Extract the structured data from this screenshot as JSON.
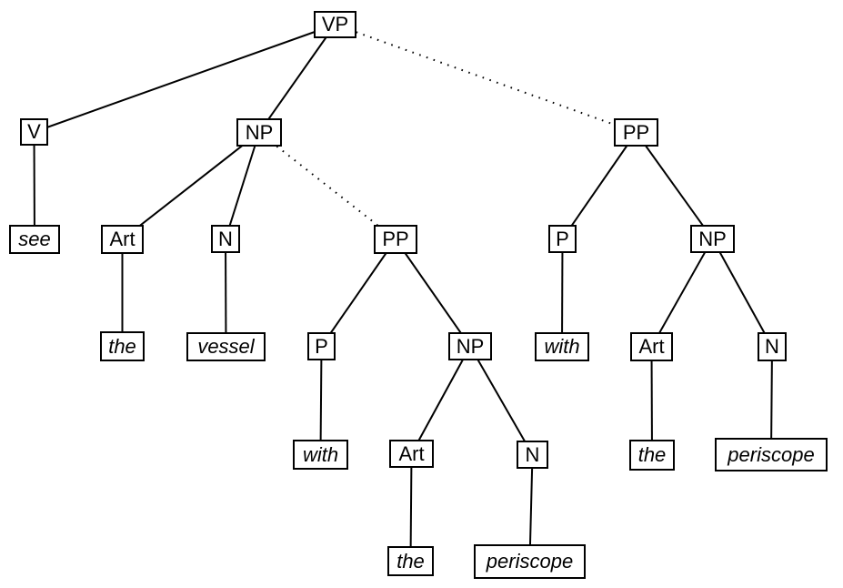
{
  "styles": {
    "background": "#ffffff",
    "line_color": "#000000",
    "box_border_color": "#000000",
    "text_color": "#000000"
  },
  "tree": {
    "nodes": {
      "vp": "VP",
      "v": "V",
      "np_object": "NP",
      "pp_vp": "PP",
      "see": "see",
      "art1": "Art",
      "n1": "N",
      "pp_np": "PP",
      "p2": "P",
      "np3": "NP",
      "the1": "the",
      "vessel": "vessel",
      "p1": "P",
      "np2": "NP",
      "with2": "with",
      "art3": "Art",
      "n3": "N",
      "with1": "with",
      "art2": "Art",
      "n2": "N",
      "the3": "the",
      "periscope2": "periscope",
      "the2": "the",
      "periscope1": "periscope"
    },
    "edges": [
      {
        "from": "vp",
        "to": "v",
        "style": "solid"
      },
      {
        "from": "vp",
        "to": "np_object",
        "style": "solid"
      },
      {
        "from": "vp",
        "to": "pp_vp",
        "style": "dotted"
      },
      {
        "from": "v",
        "to": "see",
        "style": "solid"
      },
      {
        "from": "np_object",
        "to": "art1",
        "style": "solid"
      },
      {
        "from": "np_object",
        "to": "n1",
        "style": "solid"
      },
      {
        "from": "np_object",
        "to": "pp_np",
        "style": "dotted"
      },
      {
        "from": "art1",
        "to": "the1",
        "style": "solid"
      },
      {
        "from": "n1",
        "to": "vessel",
        "style": "solid"
      },
      {
        "from": "pp_np",
        "to": "p1",
        "style": "solid"
      },
      {
        "from": "pp_np",
        "to": "np2",
        "style": "solid"
      },
      {
        "from": "p1",
        "to": "with1",
        "style": "solid"
      },
      {
        "from": "np2",
        "to": "art2",
        "style": "solid"
      },
      {
        "from": "np2",
        "to": "n2",
        "style": "solid"
      },
      {
        "from": "art2",
        "to": "the2",
        "style": "solid"
      },
      {
        "from": "n2",
        "to": "periscope1",
        "style": "solid"
      },
      {
        "from": "pp_vp",
        "to": "p2",
        "style": "solid"
      },
      {
        "from": "pp_vp",
        "to": "np3",
        "style": "solid"
      },
      {
        "from": "p2",
        "to": "with2",
        "style": "solid"
      },
      {
        "from": "np3",
        "to": "art3",
        "style": "solid"
      },
      {
        "from": "np3",
        "to": "n3",
        "style": "solid"
      },
      {
        "from": "art3",
        "to": "the3",
        "style": "solid"
      },
      {
        "from": "n3",
        "to": "periscope2",
        "style": "solid"
      }
    ]
  }
}
